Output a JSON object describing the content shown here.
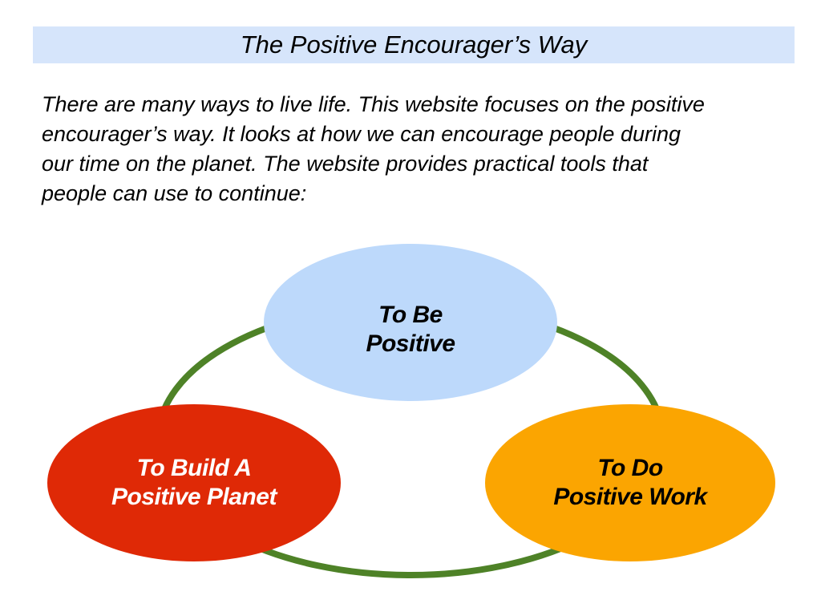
{
  "title_bar": {
    "text": "The Positive Encourager’s Way",
    "background": "#d6e5fb",
    "text_color": "#000000"
  },
  "intro": {
    "lines": [
      "There are many ways to live life. This website focuses on the positive",
      "encourager’s way. It looks at how we can encourage people during",
      "our time on the planet. The website provides practical tools that",
      "people can use to continue:"
    ]
  },
  "diagram": {
    "ring_color": "#4e8227",
    "nodes": [
      {
        "id": "to-be-positive",
        "line1": "To Be",
        "line2": "Positive",
        "fill": "#bdd9fb",
        "text_color": "#000000"
      },
      {
        "id": "to-build-a-positive-planet",
        "line1": "To Build A",
        "line2": "Positive Planet",
        "fill": "#df2906",
        "text_color": "#ffffff"
      },
      {
        "id": "to-do-positive-work",
        "line1": "To Do",
        "line2": "Positive Work",
        "fill": "#fba501",
        "text_color": "#000000"
      }
    ]
  }
}
